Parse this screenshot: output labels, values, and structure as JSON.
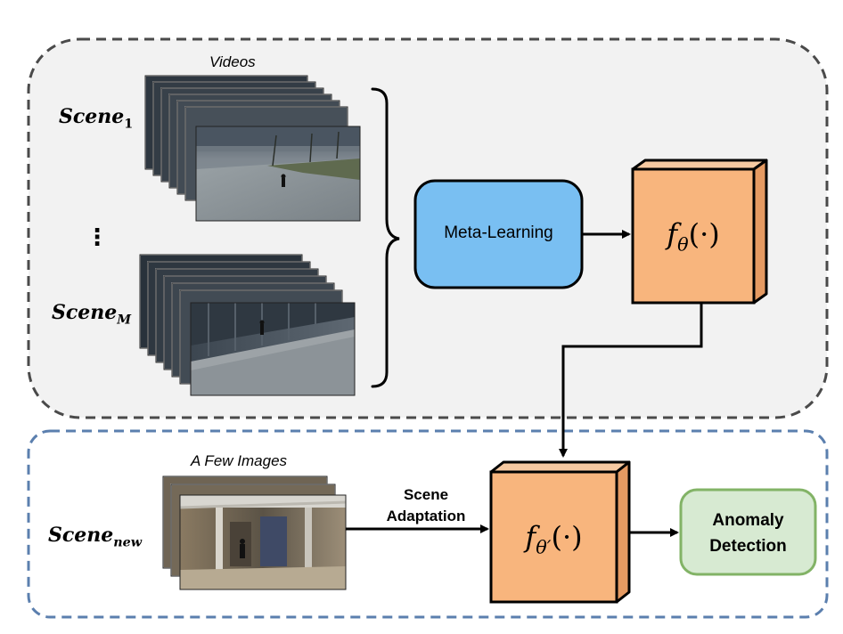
{
  "top_panel": {
    "videos_label": "Videos",
    "scene_first": {
      "name": "Scene",
      "sub": "1"
    },
    "ellipsis": "⋮",
    "scene_last": {
      "name": "Scene",
      "sub": "M"
    },
    "meta_learning_label": "Meta-Learning",
    "model": {
      "func": "f",
      "param": "θ",
      "arg": "(·)"
    }
  },
  "bottom_panel": {
    "few_images_label": "A Few Images",
    "scene_new": {
      "name": "Scene",
      "sub": "new"
    },
    "adaptation_line1": "Scene",
    "adaptation_line2": "Adaptation",
    "adapted_model": {
      "func": "f",
      "param": "θ′",
      "arg": "(·)"
    },
    "anomaly_line1": "Anomaly",
    "anomaly_line2": "Detection"
  },
  "colors": {
    "top_panel_border": "#4a4a4a",
    "top_panel_fill": "#f2f2f2",
    "bottom_panel_border": "#5b7fae",
    "meta_learning_fill": "#79bff2",
    "cube_front": "#f8b57d",
    "cube_top": "#f6c9a1",
    "cube_side": "#e59a62",
    "anomaly_fill": "#d7ead2",
    "anomaly_border": "#82b366"
  }
}
